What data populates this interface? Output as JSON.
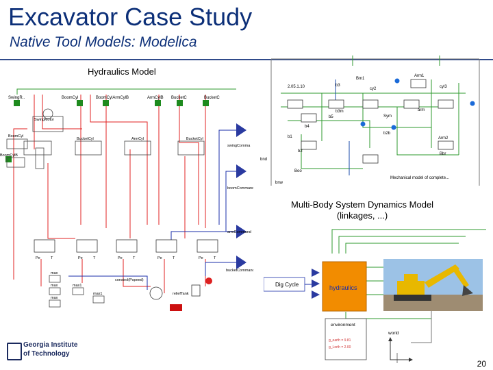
{
  "slide": {
    "title": "Excavator Case Study",
    "subtitle": "Native Tool Models: Modelica",
    "page_number": "20",
    "logo": {
      "line1": "Georgia Institute",
      "line2": "of Technology"
    }
  },
  "captions": {
    "hydraulics": "Hydraulics Model",
    "multibody_line1": "Multi-Body System Dynamics Model",
    "multibody_line2": "(linkages, ...)"
  },
  "hydraulics_diagram": {
    "top_labels": [
      "SwingR..",
      "BoomCyl",
      "BoomCylArmCylB",
      "ArmCylB",
      "BucketC",
      "BucketC"
    ],
    "left_labels": [
      "SwingMotor",
      "BoomCyl",
      "BoomCylB"
    ],
    "mid_labels": [
      "BucketCyl",
      "ArmCyl",
      "BucketCyl"
    ],
    "command_labels": [
      "swingComma",
      "boomCommand",
      "armCommand",
      "bucketCommand"
    ],
    "valve_labels": [
      "Pe",
      "T",
      "Pe",
      "T",
      "Pe",
      "T",
      "Pe",
      "T",
      "Pe",
      "T"
    ],
    "controller_label": "constrol(Pspeed)",
    "relief_label": "reliefTank",
    "max_labels": [
      "max",
      "max",
      "max",
      "max1",
      "max1"
    ]
  },
  "mechanical_diagram": {
    "labels": [
      "Arm1",
      "cyl3",
      "Bm1",
      "2.05.1.10",
      "b3",
      "b3m",
      "cy2",
      "b5",
      "Sym",
      "b4",
      "arm",
      "b2b",
      "Arm2",
      "Bbr",
      "b1",
      "b2",
      "bnd",
      "bnw",
      "Boo"
    ],
    "caption": "Mechanical model of complete..."
  },
  "system_diagram": {
    "hydraulics_block": "hydraulics",
    "dig_cycle": "Dig Cycle",
    "environment": "environment",
    "env_lines": [
      "g_earth = 9.81",
      "g_Lorth = 2.00"
    ],
    "world": "world"
  },
  "colors": {
    "title": "#0c2f78",
    "rule": "#2f4a8a",
    "red_wire": "#e02020",
    "blue_wire": "#1a2ea8",
    "green_wire": "#2e9a2e",
    "block_fill": "#f28c00",
    "port_green": "#1e8a1e",
    "triangle": "#2a3aa0"
  }
}
